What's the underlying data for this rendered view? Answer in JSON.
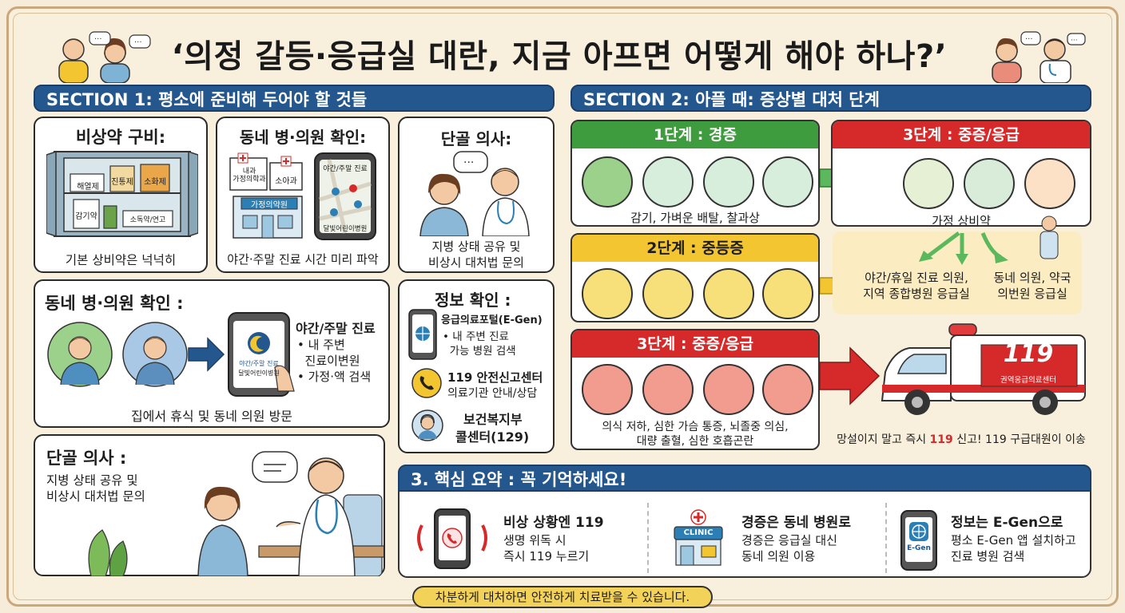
{
  "title": "‘의정 갈등·응급실 대란, 지금 아프면 어떻게 해야 하나?’",
  "section1": {
    "header": "SECTION 1: 평소에 준비해 두어야 할 것들",
    "card_medicine": {
      "title": "비상약 구비:",
      "labels": [
        "해열제",
        "진통제",
        "소화제",
        "감기약",
        "소독약/연고"
      ],
      "caption": "기본 상비약은 넉넉히"
    },
    "card_local": {
      "title": "동네 병·의원 확인:",
      "sign_clinic1": "내과\n가정의학과",
      "sign_clinic2": "소아과",
      "sign_pharmacy": "가정의약원",
      "phone_title": "야간/주말 진료",
      "phone_bottom": "달빛어린이병원",
      "caption": "야간·주말 진료 시간 미리 파악"
    },
    "card_doctor_small": {
      "title": "단골 의사:",
      "caption_line1": "지병 상태 공유 및",
      "caption_line2": "비상시 대처법 문의"
    },
    "card_local2": {
      "title": "동네 병·의원 확인 :",
      "phone_label1": "야간/주말 진료",
      "phone_label2": "달빛어린이병원",
      "right_title": "야간/주말 진료",
      "bullets": [
        "• 내 주변",
        "  진료이변원",
        "• 가정·액 검색"
      ],
      "caption": "집에서 휴식 및 동네 의원 방문"
    },
    "card_info": {
      "title": "정보 확인 :",
      "egen_title": "응급의료포털(E-Gen)",
      "egen_bullets": [
        "• 내 주변 진료",
        "  가능 병원 검색"
      ],
      "c119_title": "119 안전신고센터",
      "c119_desc": "의료기관 안내/상담",
      "call_title1": "보건복지부",
      "call_title2": "콜센터(129)"
    },
    "card_doctor_big": {
      "title": "단골 의사 :",
      "caption_line1": "지병 상태 공유 및",
      "caption_line2": "비상시 대처법 문의"
    }
  },
  "section2": {
    "header": "SECTION 2: 아플 때: 증상별 대처 단계",
    "stage1": {
      "head": "1단계 : 경증",
      "caption": "감기, 가벼운 배탈, 찰과상",
      "color": "#3e9b3e"
    },
    "stage2": {
      "head": "2단계 : 중등증",
      "color": "#f2c531"
    },
    "stage3": {
      "head": "3단계 : 중증/응급",
      "caption_line1": "의식 저하, 심한 가슴 통증, 뇌졸중 의심,",
      "caption_line2": "대량 출혈, 심한 호흡곤란",
      "color": "#d62a2a"
    },
    "stage3_top": {
      "head": "3단계 : 중증/응급",
      "caption": "가정 상비약"
    },
    "routes": {
      "left_line1": "야간/휴일 진료 의원,",
      "left_line2": "지역 종합병원 응급실",
      "right_line1": "동네 의원, 약국",
      "right_line2": "의번원 응급실"
    },
    "ambulance": {
      "number": "119",
      "side_text": "권역응급의료센터",
      "caption_pre": "망설이지 말고 즉시 ",
      "caption_num": "119",
      "caption_post": " 신고! 119 구급대원이 이송"
    }
  },
  "section3": {
    "header": "3. 핵심 요약 : 꼭 기억하세요!",
    "items": [
      {
        "title": "비상 상황엔 119",
        "line1": "생명 위독 시",
        "line2": "즉시 119 누르기"
      },
      {
        "title": "경증은 동네 병원로",
        "line1": "경증은 응급실 대신",
        "line2": "동네 의원 이용",
        "sign": "CLINIC"
      },
      {
        "title": "정보는 E-Gen으로",
        "line1": "평소 E-Gen 앱 설치하고",
        "line2": "진료 병원 검색",
        "app": "E-Gen"
      }
    ]
  },
  "footer": "차분하게 대처하면 안전하게 치료받을 수 있습니다.",
  "colors": {
    "navy": "#24578d",
    "green": "#3e9b3e",
    "yellow": "#f2c531",
    "red": "#d62a2a",
    "cream": "#f8efdd"
  },
  "icons": [
    "speech-bubble-icon",
    "pin-icon",
    "phone-icon",
    "globe-icon",
    "cross-icon",
    "arrow-right-icon",
    "ambulance-icon"
  ]
}
